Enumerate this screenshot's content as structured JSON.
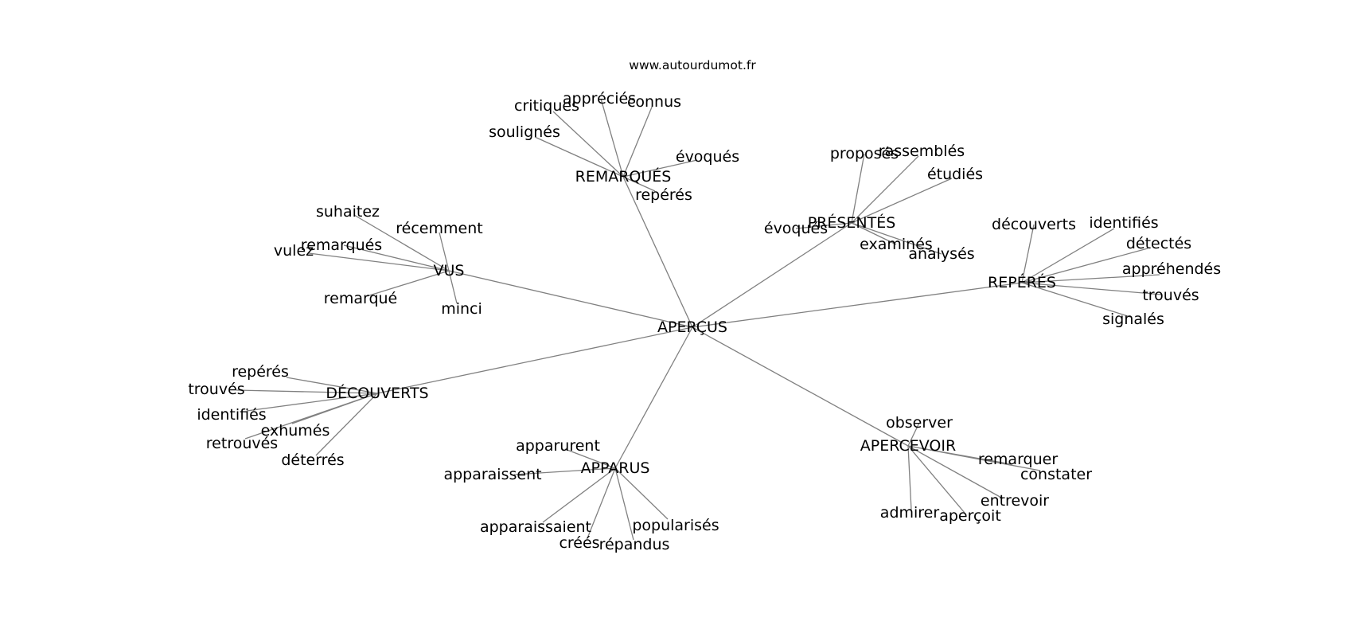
{
  "watermark": "www.autourdumot.fr",
  "center": {
    "label": "APERÇUS"
  },
  "clusters": [
    {
      "label": "REMARQUÉS",
      "words": [
        "critiques",
        "appréciés",
        "connus",
        "soulignés",
        "évoqués",
        "repérés"
      ]
    },
    {
      "label": "PRÉSENTÉS",
      "words": [
        "proposés",
        "rassemblés",
        "étudiés",
        "évoqués",
        "examinés",
        "analysés"
      ]
    },
    {
      "label": "VUS",
      "words": [
        "suhaitez",
        "récemment",
        "remarqués",
        "vulez",
        "remarqué",
        "minci"
      ]
    },
    {
      "label": "REPÉRÉS",
      "words": [
        "découverts",
        "identifiés",
        "détectés",
        "appréhendés",
        "trouvés",
        "signalés"
      ]
    },
    {
      "label": "DÉCOUVERTS",
      "words": [
        "repérés",
        "trouvés",
        "identifiés",
        "exhumés",
        "retrouvés",
        "déterrés"
      ]
    },
    {
      "label": "APPARUS",
      "words": [
        "apparurent",
        "apparaissent",
        "apparaissaient",
        "créés",
        "répandus",
        "popularisés"
      ]
    },
    {
      "label": "APERCEVOIR",
      "words": [
        "observer",
        "remarquer",
        "constater",
        "entrevoir",
        "admirer",
        "aperçoit"
      ]
    }
  ]
}
